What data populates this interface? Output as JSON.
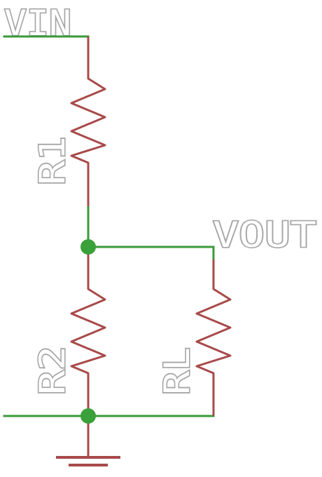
{
  "labels": {
    "vin": "VIN",
    "vout": "VOUT",
    "r1": "R1",
    "r2": "R2",
    "rl": "RL"
  },
  "colors": {
    "wire": "#3a9a3a",
    "component": "#a84a4a",
    "junction": "#3aa03a",
    "label": "#a6a6a6",
    "background": "#ffffff"
  }
}
